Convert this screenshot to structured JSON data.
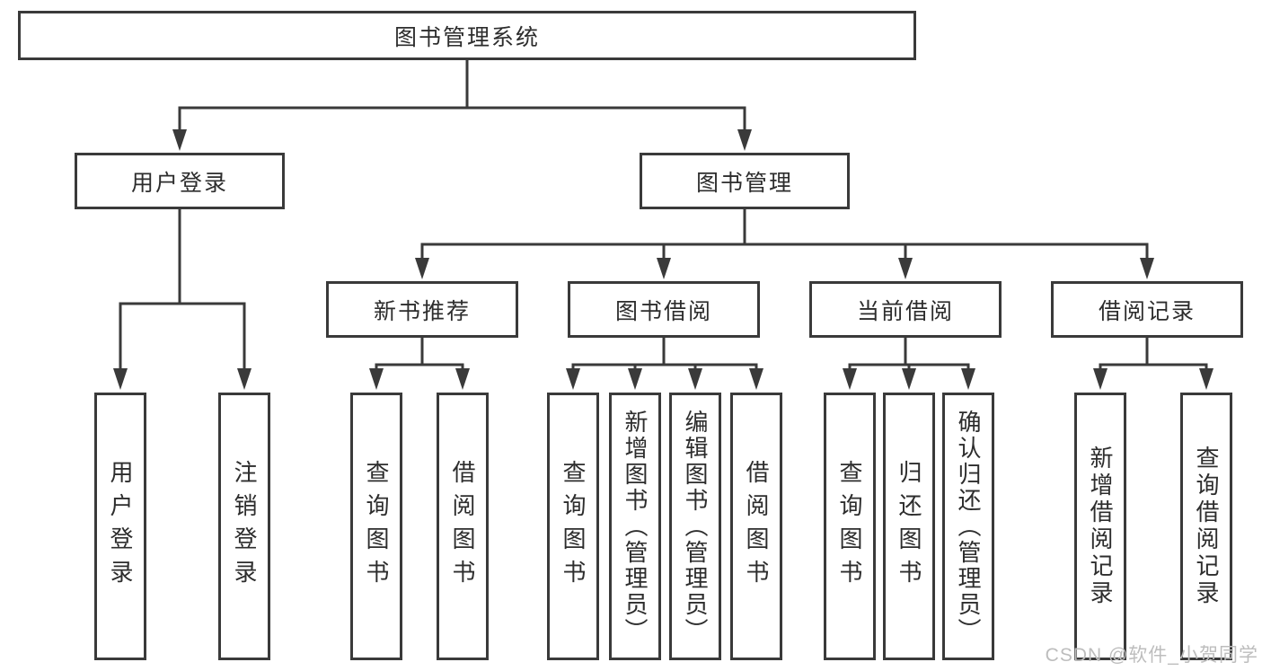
{
  "diagram": {
    "type": "hierarchy-tree",
    "watermark": "CSDN @软件_小贺同学",
    "colors": {
      "line": "#3a3a3a",
      "text": "#2d2d2d",
      "watermark": "#bdbdbd",
      "background": "#ffffff"
    },
    "nodes": {
      "root": {
        "label": "图书管理系统"
      },
      "user_login": {
        "label": "用户登录"
      },
      "book_mgmt": {
        "label": "图书管理"
      },
      "new_book_rec": {
        "label": "新书推荐"
      },
      "book_borrow": {
        "label": "图书借阅"
      },
      "current_borrow": {
        "label": "当前借阅"
      },
      "borrow_records": {
        "label": "借阅记录"
      },
      "leaf_user_login": {
        "label": "用户登录"
      },
      "leaf_logout": {
        "label": "注销登录"
      },
      "leaf_query_book_rec": {
        "label": "查询图书"
      },
      "leaf_borrow_book_rec": {
        "label": "借阅图书"
      },
      "leaf_query_book_borrow": {
        "label": "查询图书"
      },
      "leaf_add_book": {
        "label": "新增图书（管理员）"
      },
      "leaf_edit_book": {
        "label": "编辑图书（管理员）"
      },
      "leaf_borrow_book_borrow": {
        "label": "借阅图书"
      },
      "leaf_query_book_current": {
        "label": "查询图书"
      },
      "leaf_return_book": {
        "label": "归还图书"
      },
      "leaf_confirm_return": {
        "label": "确认归还（管理员）"
      },
      "leaf_add_borrow_record": {
        "label": "新增借阅记录"
      },
      "leaf_query_borrow_record": {
        "label": "查询借阅记录"
      }
    }
  }
}
